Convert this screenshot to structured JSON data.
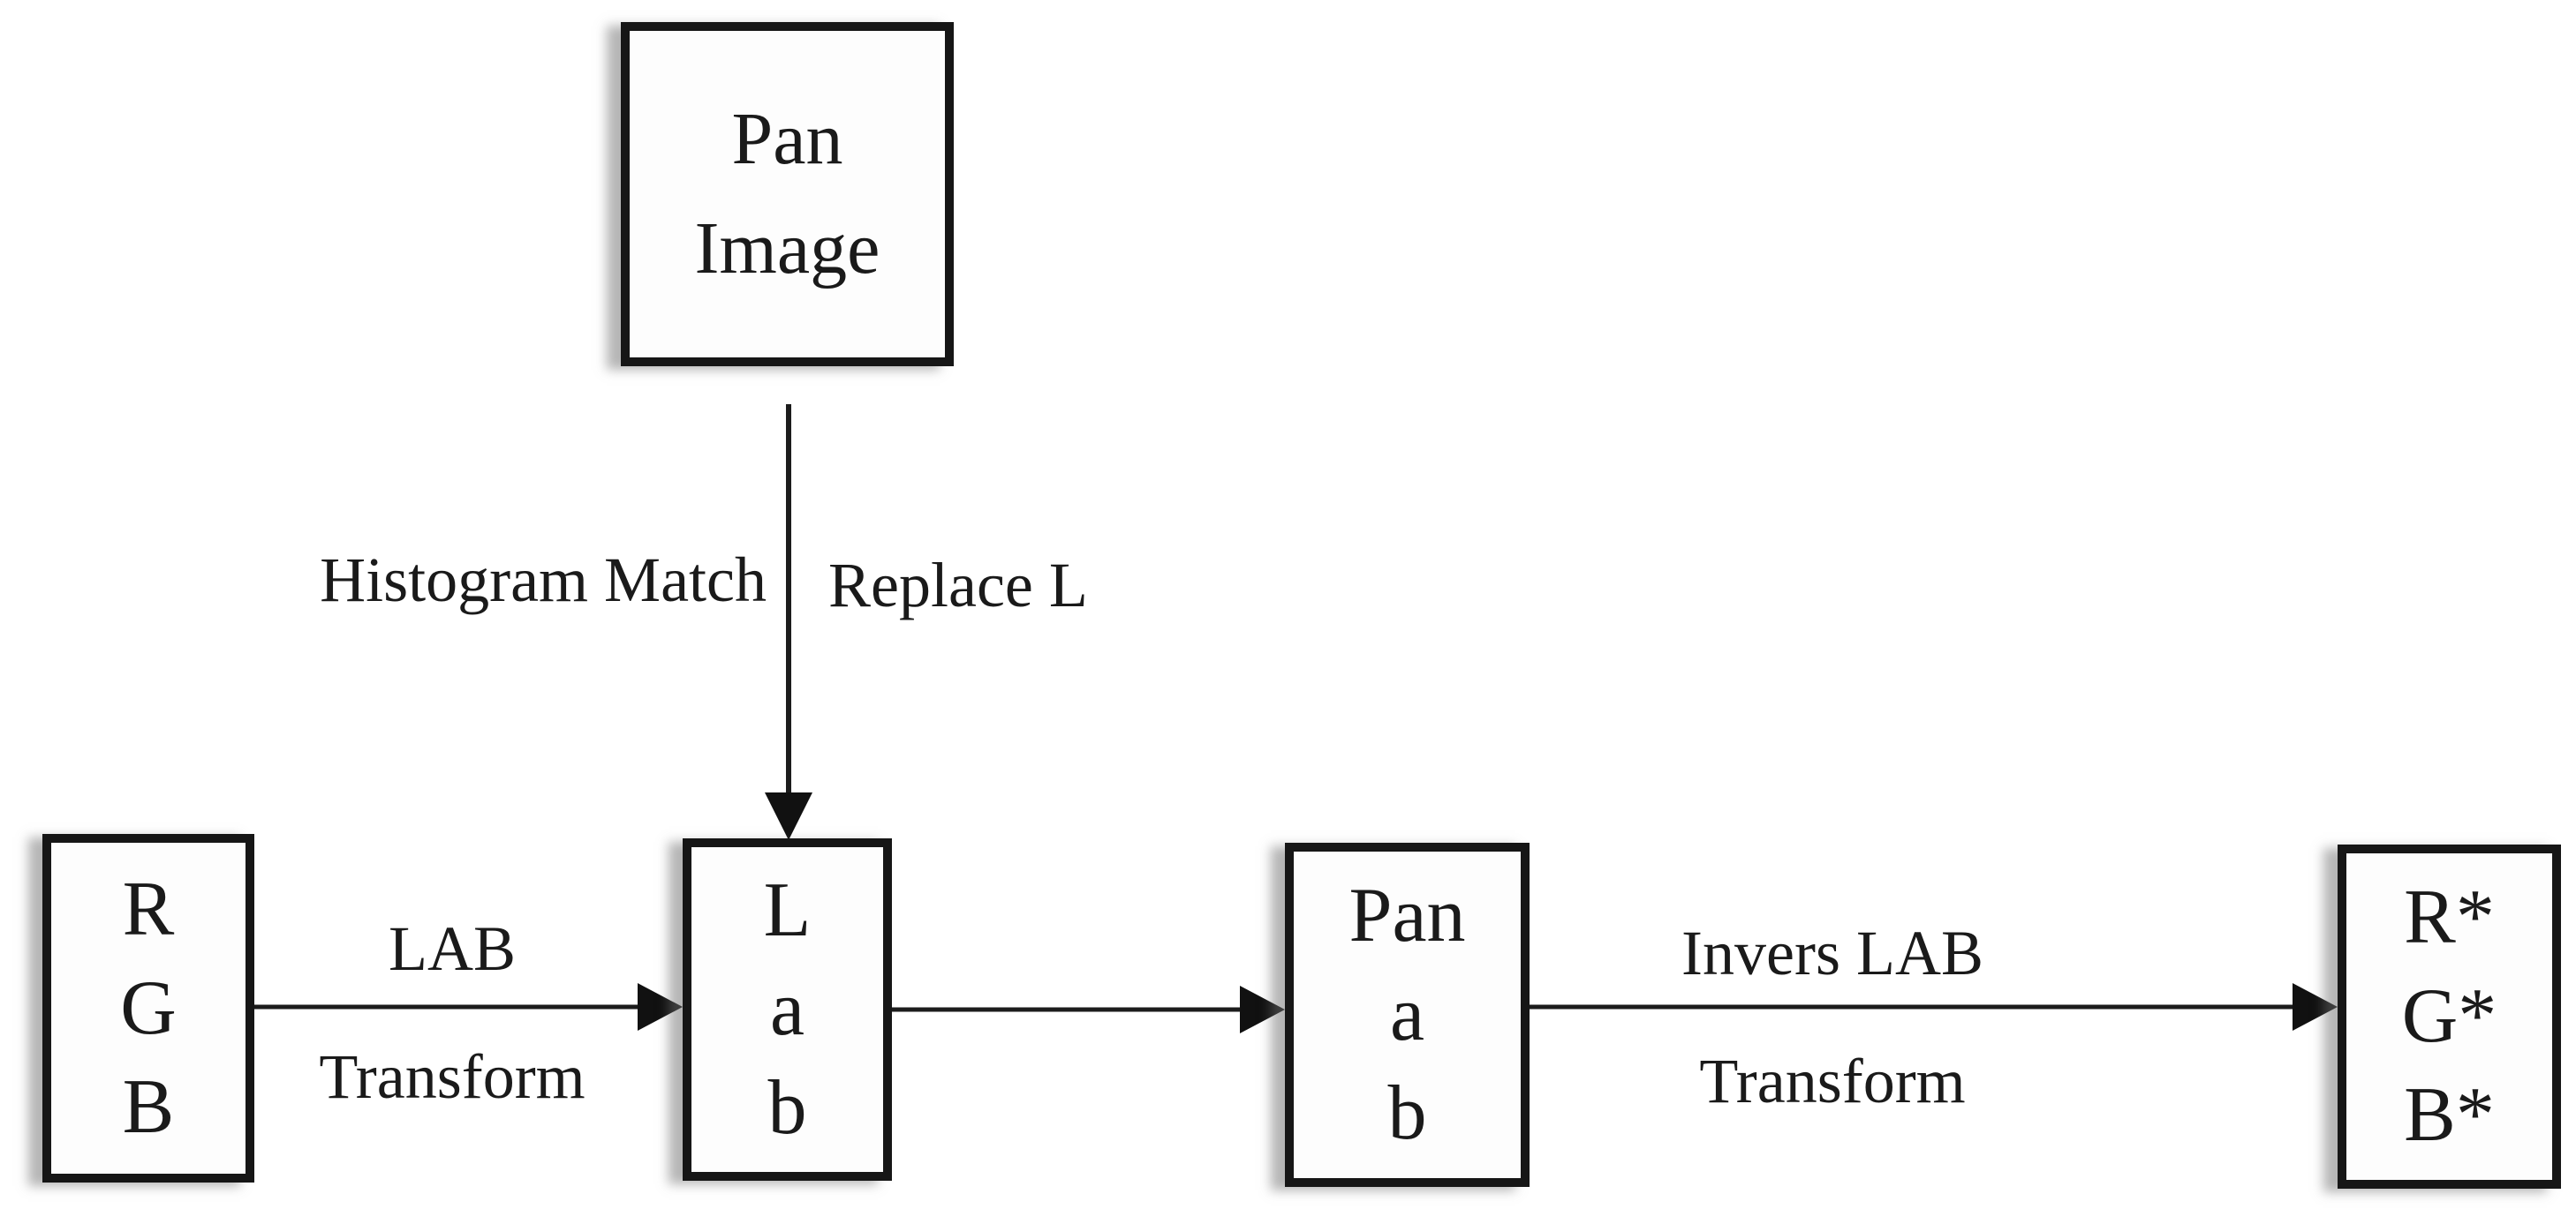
{
  "diagram": {
    "type": "flowchart",
    "background_color": "#ffffff",
    "line_color": "#1c1c1c",
    "box_border_color": "#161616",
    "nodes": {
      "pan_image": {
        "lines": [
          "Pan",
          "Image"
        ]
      },
      "rgb": {
        "lines": [
          "R",
          "G",
          "B"
        ]
      },
      "lab": {
        "lines": [
          "L",
          "a",
          "b"
        ]
      },
      "pan_ab": {
        "lines": [
          "Pan",
          "a",
          "b"
        ]
      },
      "rgb_star": {
        "lines": [
          "R*",
          "G*",
          "B*"
        ]
      }
    },
    "edge_labels": {
      "histogram_match": "Histogram Match",
      "replace_l": "Replace L",
      "lab": "LAB",
      "lab_transform": "Transform",
      "invers_lab": "Invers LAB",
      "invers_transform": "Transform"
    }
  }
}
